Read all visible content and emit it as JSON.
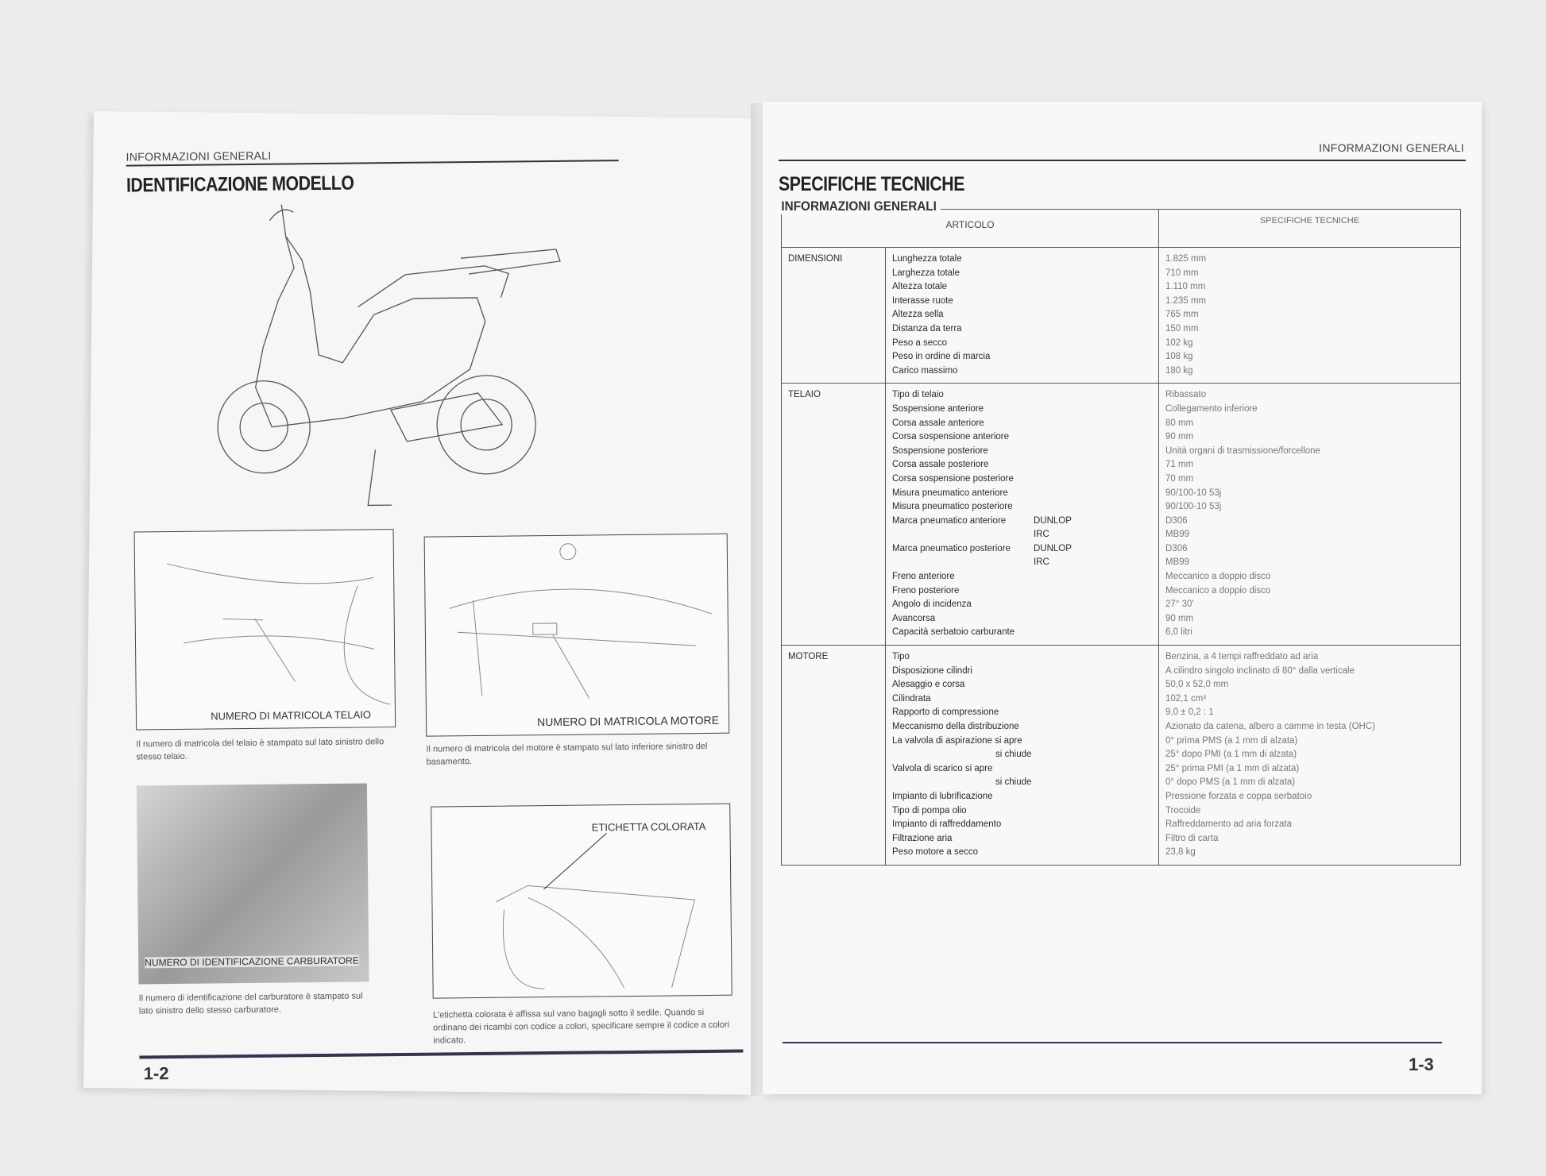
{
  "left_page": {
    "header": "INFORMAZIONI GENERALI",
    "title": "IDENTIFICAZIONE MODELLO",
    "figures": [
      {
        "label": "NUMERO DI MATRICOLA TELAIO",
        "caption": "Il numero di matricola del telaio è stampato sul lato sinistro dello stesso telaio."
      },
      {
        "label": "NUMERO DI MATRICOLA MOTORE",
        "caption": "Il numero di matricola del motore è stampato sul lato inferiore sinistro del basamento."
      },
      {
        "label": "NUMERO DI IDENTIFICAZIONE CARBURATORE",
        "caption": "Il numero di identificazione del carburatore è stampato sul lato sinistro dello stesso carburatore."
      },
      {
        "label": "ETICHETTA COLORATA",
        "caption": "L'etichetta colorata è affissa sul vano bagagli sotto il sedile. Quando si ordinano dei ricambi con codice a colori, specificare sempre il codice a colori indicato."
      }
    ],
    "page_number": "1-2"
  },
  "right_page": {
    "header": "INFORMAZIONI GENERALI",
    "title": "SPECIFICHE TECNICHE",
    "section_label": "INFORMAZIONI GENERALI",
    "col_headers": [
      "ARTICOLO",
      "SPECIFICHE TECNICHE"
    ],
    "sections": [
      {
        "name": "DIMENSIONI",
        "rows": [
          {
            "item": "Lunghezza totale",
            "value": "1.825 mm"
          },
          {
            "item": "Larghezza totale",
            "value": "710 mm"
          },
          {
            "item": "Altezza totale",
            "value": "1.110 mm"
          },
          {
            "item": "Interasse ruote",
            "value": "1.235 mm"
          },
          {
            "item": "Altezza sella",
            "value": "765 mm"
          },
          {
            "item": "Distanza da terra",
            "value": "150 mm"
          },
          {
            "item": "Peso a secco",
            "value": "102 kg"
          },
          {
            "item": "Peso in ordine di marcia",
            "value": "108 kg"
          },
          {
            "item": "Carico massimo",
            "value": "180 kg"
          }
        ]
      },
      {
        "name": "TELAIO",
        "rows": [
          {
            "item": "Tipo di telaio",
            "value": "Ribassato"
          },
          {
            "item": "Sospensione anteriore",
            "value": "Collegamento inferiore"
          },
          {
            "item": "Corsa assale anteriore",
            "value": "80 mm"
          },
          {
            "item": "Corsa sospensione anteriore",
            "value": "90 mm"
          },
          {
            "item": "Sospensione posteriore",
            "value": "Unità organi di trasmissione/forcellone"
          },
          {
            "item": "Corsa assale posteriore",
            "value": "71 mm"
          },
          {
            "item": "Corsa sospensione posteriore",
            "value": "70 mm"
          },
          {
            "item": "Misura pneumatico anteriore",
            "value": "90/100-10 53j"
          },
          {
            "item": "Misura pneumatico posteriore",
            "value": "90/100-10 53j"
          },
          {
            "item": "Marca pneumatico anteriore",
            "sub": "DUNLOP",
            "value": "D306"
          },
          {
            "item": "",
            "sub": "IRC",
            "value": "MB99"
          },
          {
            "item": "Marca pneumatico posteriore",
            "sub": "DUNLOP",
            "value": "D306"
          },
          {
            "item": "",
            "sub": "IRC",
            "value": "MB99"
          },
          {
            "item": "Freno anteriore",
            "value": "Meccanico a doppio disco"
          },
          {
            "item": "Freno posteriore",
            "value": "Meccanico a doppio disco"
          },
          {
            "item": "Angolo di incidenza",
            "value": "27° 30'"
          },
          {
            "item": "Avancorsa",
            "value": "90 mm"
          },
          {
            "item": "Capacità serbatoio carburante",
            "value": "6,0 litri"
          }
        ]
      },
      {
        "name": "MOTORE",
        "rows": [
          {
            "item": "Tipo",
            "value": "Benzina, a 4 tempi raffreddato ad aria"
          },
          {
            "item": "Disposizione cilindri",
            "value": "A cilindro singolo inclinato di 80° dalla verticale"
          },
          {
            "item": "Alesaggio e corsa",
            "value": "50,0 x 52,0 mm"
          },
          {
            "item": "Cilindrata",
            "value": "102,1 cm³"
          },
          {
            "item": "Rapporto di compressione",
            "value": "9,0 ± 0,2 : 1"
          },
          {
            "item": "Meccanismo della distribuzione",
            "value": "Azionato da catena, albero a camme in testa (OHC)"
          },
          {
            "item": "La valvola di aspirazione si apre",
            "value": "0° prima PMS (a 1 mm di alzata)"
          },
          {
            "item": "si chiude",
            "indent": true,
            "value": "25° dopo PMI (a 1 mm di alzata)"
          },
          {
            "item": "Valvola di scarico si apre",
            "value": "25° prima PMI (a 1 mm di alzata)"
          },
          {
            "item": "si chiude",
            "indent": true,
            "value": "0° dopo PMS (a 1 mm di alzata)"
          },
          {
            "item": "Impianto di lubrificazione",
            "value": "Pressione forzata e coppa serbatoio"
          },
          {
            "item": "Tipo di pompa olio",
            "value": "Trocoide"
          },
          {
            "item": "Impianto di raffreddamento",
            "value": "Raffreddamento ad aria forzata"
          },
          {
            "item": "Filtrazione aria",
            "value": "Filtro di carta"
          },
          {
            "item": "Peso motore a secco",
            "value": "23,8 kg"
          }
        ]
      }
    ],
    "page_number": "1-3"
  }
}
